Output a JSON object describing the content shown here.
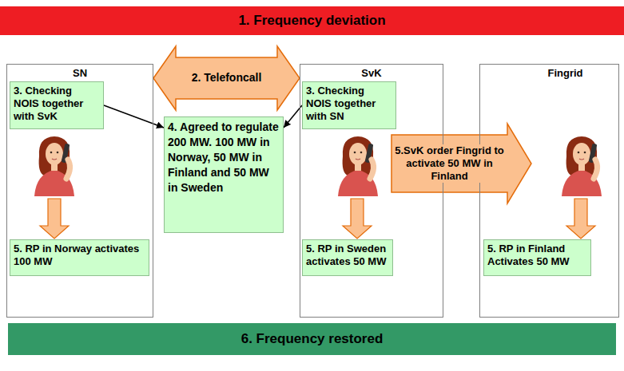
{
  "diagram": {
    "nodes": [
      {
        "text": [
          "1. Frequency deviation"
        ]
      },
      {
        "text": [
          "SN"
        ]
      },
      {
        "text": [
          "3. Checking NOIS together with SvK"
        ],
        "in": 1
      },
      {
        "text": [
          "5. RP in Norway activates 100 MW"
        ],
        "in": 1
      },
      {
        "text": [
          "4. Agreed to regulate 200 MW. 100 MW in Norway, 50 MW in Finland and 50 MW in Sweden"
        ]
      },
      {
        "text": [
          "SvK"
        ]
      },
      {
        "text": [
          "3. Checking NOIS together with SN"
        ],
        "in": 5
      },
      {
        "text": [
          "5. RP in Sweden activates 50 MW"
        ],
        "in": 5
      },
      {
        "text": [
          "Fingrid"
        ]
      },
      {
        "text": [
          "5. RP in Finland Activates 50 MW"
        ],
        "in": 8
      },
      {
        "text": [
          "6. Frequency restored"
        ]
      }
    ],
    "edges": [
      {
        "from": 1,
        "to": 5,
        "label": "2. Telefoncall",
        "arrow": "both"
      },
      {
        "from": 2,
        "to": 4,
        "arrow": "to"
      },
      {
        "from": 6,
        "to": 4,
        "arrow": "to"
      },
      {
        "from": 5,
        "to": 8,
        "label": "5.SvK order Fingrid to activate 50 MW in Finland",
        "arrow": "to"
      }
    ]
  }
}
